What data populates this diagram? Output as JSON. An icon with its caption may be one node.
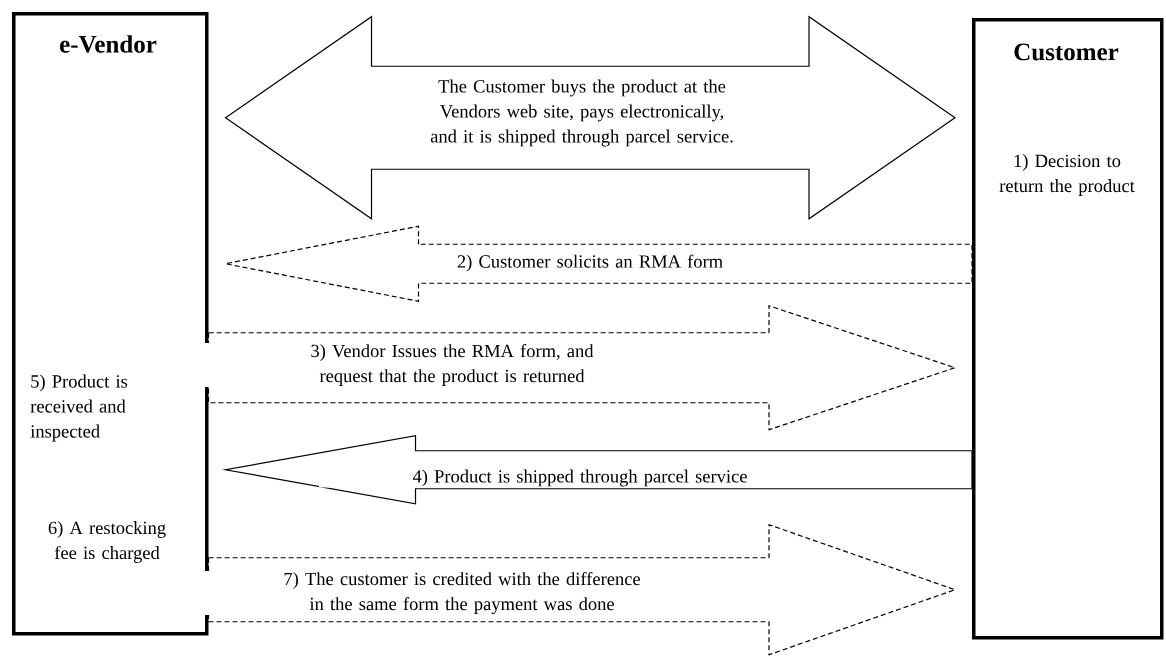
{
  "diagram": {
    "nodes": [
      {
        "text": [
          "e-Vendor",
          "5) Product is received and inspected",
          "6) A restocking fee is charged"
        ]
      },
      {
        "text": [
          "Customer",
          "1) Decision to return the product"
        ]
      }
    ],
    "edges": [
      {
        "from": 0,
        "to": 1,
        "arrow": "both",
        "label": "The Customer buys the product at the Vendors web site, pays electronically, and it is shipped through parcel service."
      },
      {
        "from": 1,
        "to": 0,
        "arrow": "to",
        "style": "dashed",
        "label": "2) Customer solicits an RMA form"
      },
      {
        "from": 0,
        "to": 1,
        "arrow": "to",
        "style": "dashed",
        "label": "3) Vendor Issues the RMA form, and request that the product is returned"
      },
      {
        "from": 1,
        "to": 0,
        "arrow": "to",
        "label": "4) Product is shipped through parcel service"
      },
      {
        "from": 0,
        "to": 1,
        "arrow": "to",
        "style": "dashed",
        "label": "7) The customer is credited with the difference in the same form the payment was done"
      }
    ]
  }
}
